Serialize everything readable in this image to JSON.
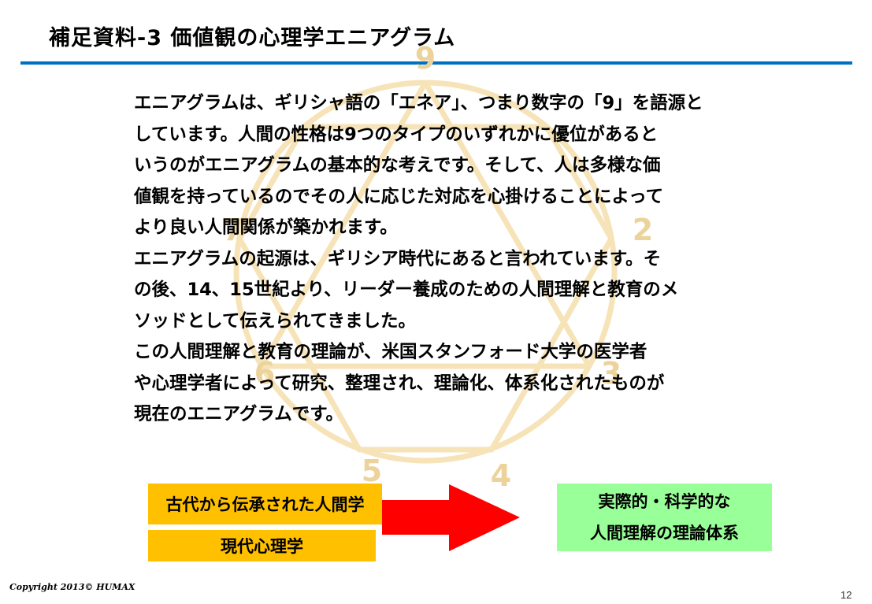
{
  "slide": {
    "title": "補足資料-3 価値観の心理学エニアグラム",
    "page_number": "12",
    "copyright": "Copyright 2013© HUMAX"
  },
  "background": {
    "numbers": [
      "9",
      "2",
      "3",
      "4",
      "5",
      "6",
      "7"
    ]
  },
  "body": {
    "paragraphs": [
      {
        "lines": [
          "エニアグラムは、ギリシャ語の「エネア」、つまり数字の「9」を語源と",
          "しています。人間の性格は9つのタイプのいずれかに優位があると",
          "いうのがエニアグラムの基本的な考えです。そして、人は多様な価",
          "値観を持っているのでその人に応じた対応を心掛けることによって",
          "より良い人間関係が築かれます。"
        ]
      },
      {
        "lines": [
          "エニアグラムの起源は、ギリシア時代にあると言われています。そ",
          "の後、14、15世紀より、リーダー養成のための人間理解と教育のメ",
          "ソッドとして伝えられてきました。"
        ]
      },
      {
        "lines": [
          "この人間理解と教育の理論が、米国スタンフォード大学の医学者",
          "や心理学者によって研究、整理され、理論化、体系化されたものが",
          "現在のエニアグラムです。"
        ]
      }
    ]
  },
  "flow": {
    "sources": [
      "古代から伝承された人間学",
      "現代心理学"
    ],
    "result_lines": [
      "実際的・科学的な",
      "人間理解の理論体系"
    ]
  },
  "colors": {
    "title_rule": "#0070c0",
    "source_box": "#ffc000",
    "result_box": "#99ff99",
    "arrow": "#ff0000",
    "enneagram": "#f5dfb0"
  }
}
